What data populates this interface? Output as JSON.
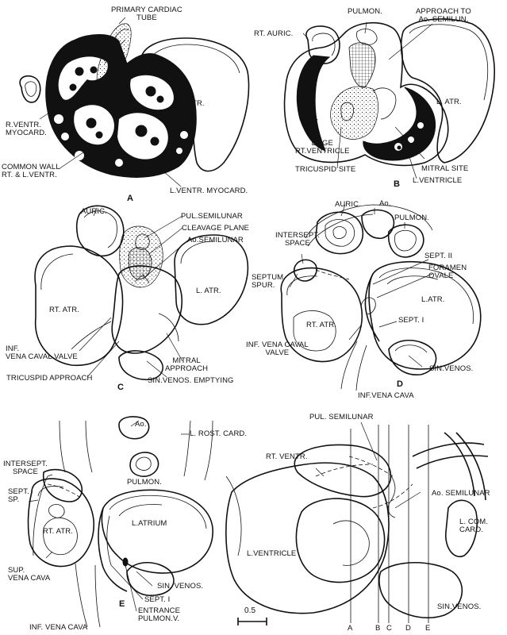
{
  "panels": {
    "A": {
      "letter": "A",
      "labels": {
        "primary_tube": "PRIMARY CARDIAC\nTUBE",
        "l_atr": "L. ATR.",
        "r_ventr_myocard": "R.VENTR.\nMYOCARD.",
        "common_wall": "COMMON WALL\nRT. & L.VENTR.",
        "l_ventr_myocard": "L.VENTR. MYOCARD."
      }
    },
    "B": {
      "letter": "B",
      "labels": {
        "pulmon": "PULMON.",
        "approach_ao": "APPROACH TO\nAo. SEMILUN.",
        "rt_auric": "RT. AURIC.",
        "l_atr": "L. ATR.",
        "edge_rt_ventricle": "EDGE\nRT.VENTRICLE",
        "tricuspid_site": "TRICUSPID SITE",
        "mitral_site": "MITRAL SITE",
        "l_ventricle": "L.VENTRICLE"
      }
    },
    "C": {
      "letter": "C",
      "labels": {
        "auric": "AURIC.",
        "pul_semilunar": "PUL.SEMILUNAR",
        "cleavage_plane": "CLEAVAGE PLANE",
        "ao_semilunar": "Ao.SEMILUNAR",
        "l_atr": "L. ATR.",
        "rt_atr": "RT. ATR.",
        "inf_vena_caval_valve": "INF.\nVENA CAVAL VALVE",
        "tricuspid_approach": "TRICUSPID APPROACH",
        "mitral_approach": "MITRAL\nAPPROACH",
        "sin_venos_emptying": "SIN.VENOS. EMPTYING"
      }
    },
    "D": {
      "letter": "D",
      "labels": {
        "auric": "AURIC.",
        "ao": "Ao.",
        "pulmon": "PULMON.",
        "intersept_space": "INTERSEPT.\nSPACE",
        "sept_ii": "SEPT. II",
        "foramen_ovale": "FORAMEN\nOVALE",
        "septum_spur": "SEPTUM\nSPUR.",
        "l_atr": "L.ATR.",
        "sept_i": "SEPT. I",
        "rt_atr": "RT. ATR.",
        "inf_vena_caval_valve": "INF. VENA CAVAL\nVALVE",
        "sin_venos": "SIN.VENOS.",
        "inf_vena_cava": "INF.VENA CAVA"
      }
    },
    "E": {
      "letter": "E",
      "labels": {
        "ao": "Ao.",
        "l_rost_card": "L. ROST. CARD.",
        "intersept_space": "INTERSEPT.\nSPACE",
        "pulmon": "PULMON.",
        "sept_sp": "SEPT.\nSP.",
        "l_atrium": "L.ATRIUM",
        "rt_atr": "RT. ATR.",
        "sup_vena_cava": "SUP.\nVENA CAVA",
        "sin_venos": "SIN. VENOS.",
        "sept_i": "SEPT. I",
        "entrance_pulmon_v": "ENTRANCE\nPULMON.V.",
        "inf_vena_cava": "INF. VENA CAVA"
      }
    },
    "key": {
      "labels": {
        "pul_semilunar": "PUL. SEMILUNAR",
        "rt_ventr": "RT. VENTR.",
        "ao_semilunar": "Ao. SEMILUNAR",
        "l_com_card": "L. COM.\nCARD.",
        "l_ventricle": "L.VENTRICLE",
        "sin_venos": "SIN.VENOS."
      },
      "section_letters": [
        "A",
        "B",
        "C",
        "D",
        "E"
      ]
    }
  },
  "scale_bar": {
    "label": "0.5"
  }
}
